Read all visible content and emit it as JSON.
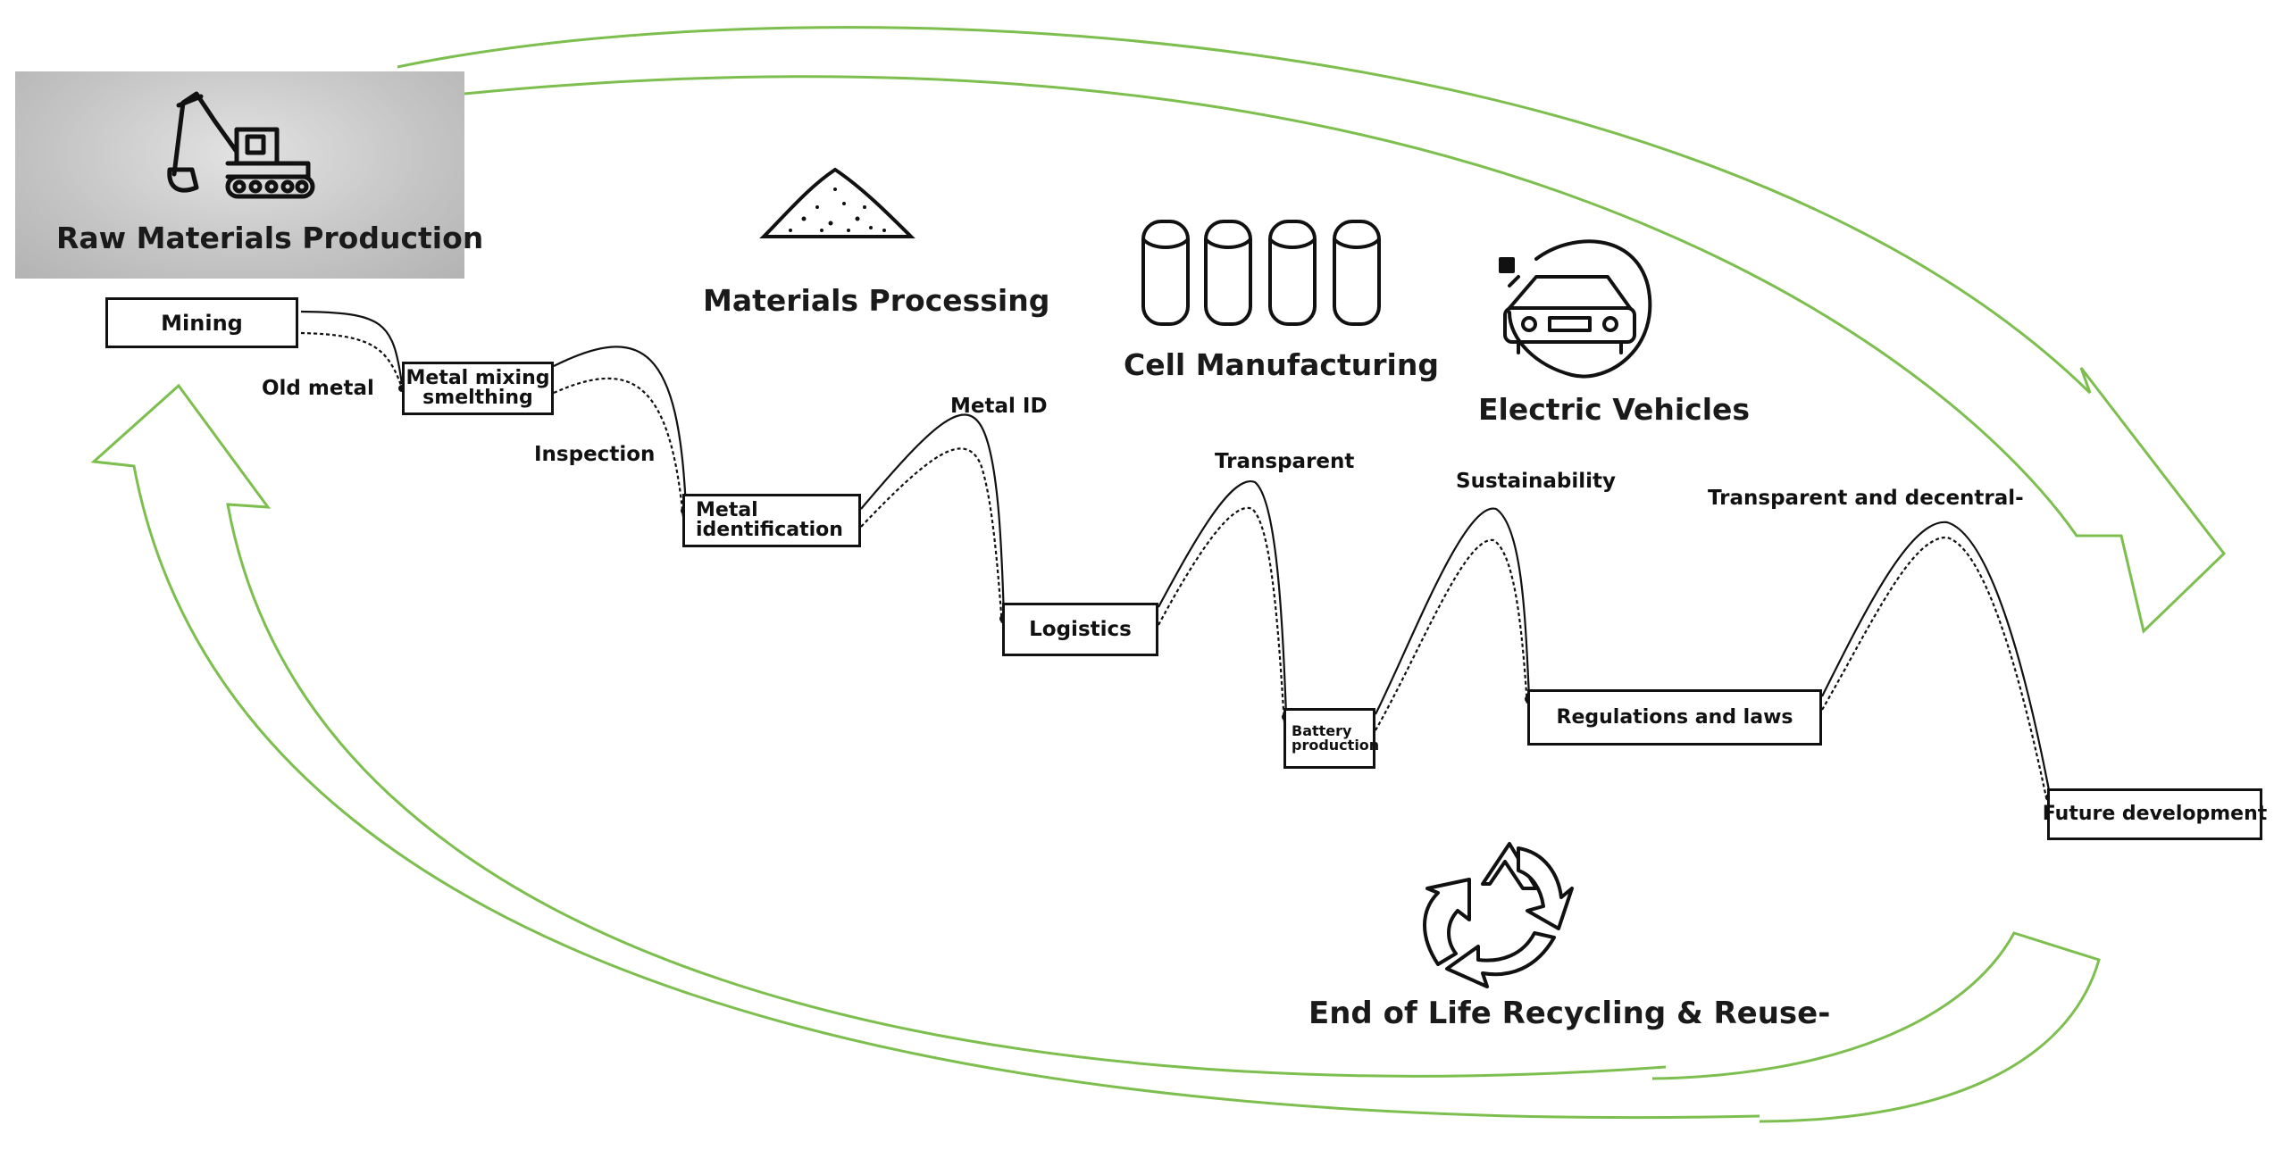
{
  "stages": {
    "raw_materials": "Raw Materials Production",
    "materials_processing": "Materials Processing",
    "cell_manufacturing": "Cell Manufacturing",
    "electric_vehicles": "Electric Vehicles",
    "end_of_life": "End of Life Recycling & Reuse-"
  },
  "steps": {
    "mining": "Mining",
    "metal_mixing_line1": "Metal mixing",
    "metal_mixing_line2": "smelthing",
    "metal_identification_line1": "Metal",
    "metal_identification_line2": "identification",
    "logistics": "Logistics",
    "battery_production_line1": "Battery",
    "battery_production_line2": "production",
    "regulations": "Regulations and laws",
    "future_development": "Future development"
  },
  "connectors": {
    "old_metal": "Old metal",
    "inspection": "Inspection",
    "metal_id": "Metal ID",
    "transparent": "Transparent",
    "sustainability": "Sustainability",
    "transparent_decentral": "Transparent and decentral-"
  },
  "icons": {
    "raw_materials": "excavator-icon",
    "materials_processing": "powder-pile-icon",
    "cell_manufacturing": "battery-cells-icon",
    "electric_vehicles": "electric-car-icon",
    "end_of_life": "recycle-icon"
  },
  "colors": {
    "cycle_arrow": "#7dbf4e",
    "raw_panel": "#c4c4c4",
    "ink": "#111111"
  }
}
